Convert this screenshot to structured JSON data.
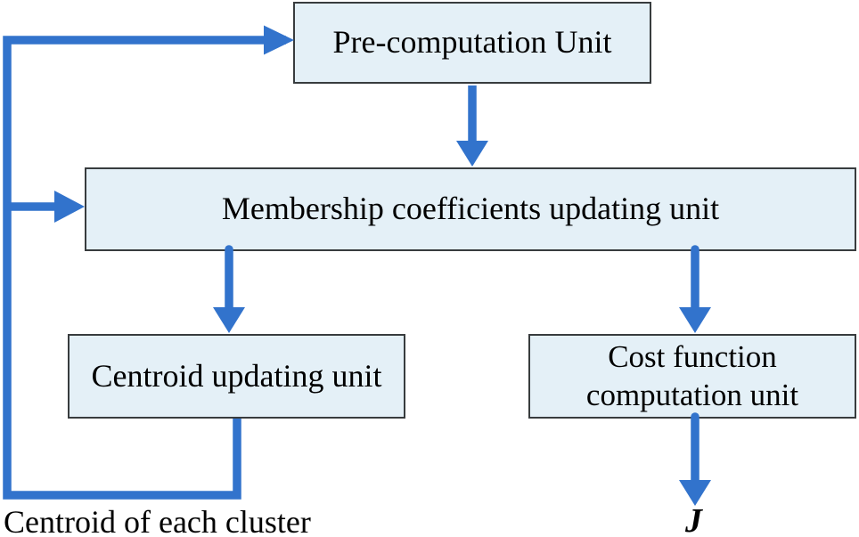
{
  "diagram": {
    "boxes": {
      "pre": {
        "label": "Pre-computation Unit"
      },
      "membership": {
        "label": "Membership coefficients updating unit"
      },
      "centroid": {
        "label": "Centroid updating unit"
      },
      "cost": {
        "line1": "Cost function",
        "line2": "computation unit"
      }
    },
    "annotations": {
      "feedback_label": "Centroid of each cluster",
      "output_label": "J"
    },
    "colors": {
      "arrow_blue": "#3273cc",
      "box_fill": "#e4f0f7",
      "box_border": "#383c3e",
      "text": "#000000",
      "background": "#ffffff"
    }
  }
}
